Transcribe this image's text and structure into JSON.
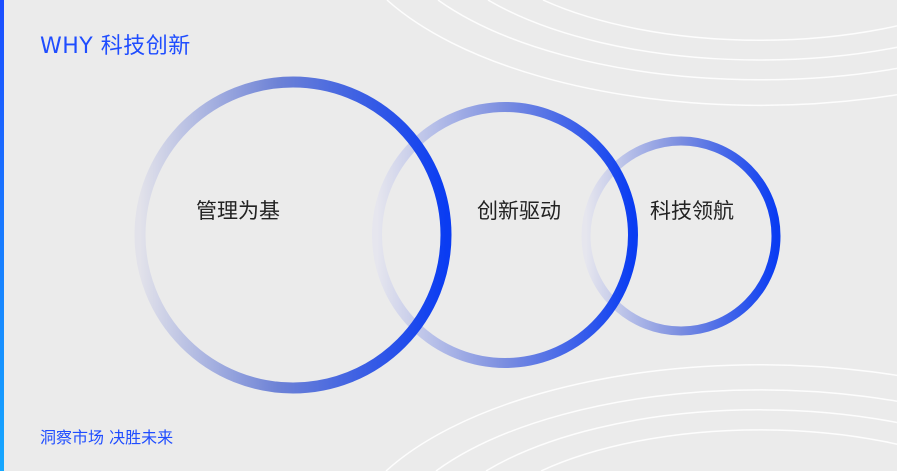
{
  "header": {
    "title": "WHY 科技创新"
  },
  "circles": [
    {
      "label": "管理为基"
    },
    {
      "label": "创新驱动"
    },
    {
      "label": "科技领航"
    }
  ],
  "footer": {
    "tagline": "洞察市场 决胜未来"
  },
  "colors": {
    "accent": "#1f4dff",
    "line": "#3ef5a0",
    "background": "#ebebeb"
  }
}
